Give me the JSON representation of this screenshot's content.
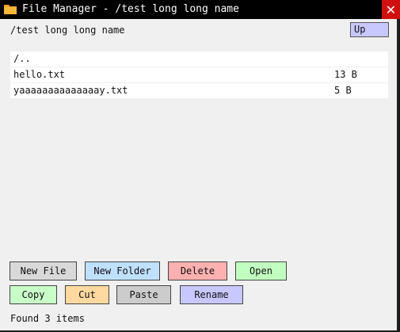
{
  "window": {
    "title": "File Manager - /test long long name",
    "folder_icon": "folder-icon",
    "close_glyph": "✕"
  },
  "path": "/test long long name",
  "up_label": "Up",
  "files": [
    {
      "name": "/..",
      "size": ""
    },
    {
      "name": "hello.txt",
      "size": "13 B"
    },
    {
      "name": "yaaaaaaaaaaaaaay.txt",
      "size": "5 B"
    }
  ],
  "buttons": {
    "new_file": "New File",
    "new_folder": "New Folder",
    "delete": "Delete",
    "open": "Open",
    "copy": "Copy",
    "cut": "Cut",
    "paste": "Paste",
    "rename": "Rename"
  },
  "colors": {
    "new_file": "#d9d9d9",
    "new_folder": "#bfe0ff",
    "delete": "#ffb0b0",
    "open": "#c0ffc0",
    "copy": "#c8ffc8",
    "cut": "#ffd9a0",
    "paste": "#cccccc",
    "rename": "#c8c8ff",
    "close": "#d01010"
  },
  "status": "Found 3 items"
}
